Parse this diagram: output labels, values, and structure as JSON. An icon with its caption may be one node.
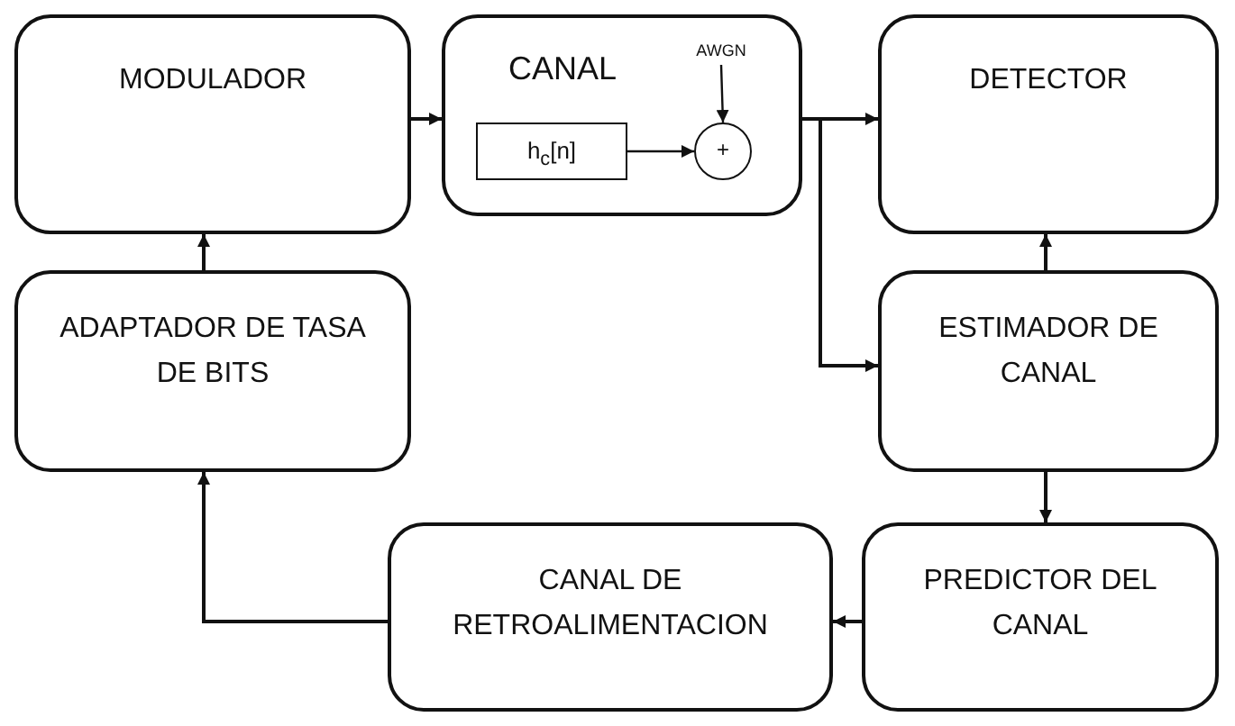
{
  "diagram": {
    "nodes": [
      {
        "text": [
          "MODULADOR"
        ]
      },
      {
        "text": [
          "CANAL"
        ]
      },
      {
        "text": [
          "h$_{c}$[n]"
        ],
        "in": 1
      },
      {
        "text": [
          "+"
        ],
        "in": 1
      },
      {
        "text": [
          "AWGN"
        ],
        "in": 1
      },
      {
        "text": [
          "DETECTOR"
        ]
      },
      {
        "text": [
          "ESTIMADOR DE CANAL"
        ]
      },
      {
        "text": [
          "ADAPTADOR DE TASA DE BITS"
        ]
      },
      {
        "text": [
          "CANAL DE RETROALIMENTACION"
        ]
      },
      {
        "text": [
          "PREDICTOR DEL CANAL"
        ]
      }
    ],
    "edges": [
      {
        "from": 0,
        "to": 1,
        "arrow": "to"
      },
      {
        "from": 1,
        "to": 5,
        "arrow": "to"
      },
      {
        "from": 1,
        "to": 6,
        "arrow": "to"
      },
      {
        "from": 2,
        "to": 3,
        "arrow": "to"
      },
      {
        "from": 4,
        "to": 3,
        "arrow": "to"
      },
      {
        "from": 6,
        "to": 5,
        "arrow": "to"
      },
      {
        "from": 6,
        "to": 9,
        "arrow": "to"
      },
      {
        "from": 9,
        "to": 8,
        "arrow": "to"
      },
      {
        "from": 8,
        "to": 7,
        "arrow": "to"
      },
      {
        "from": 7,
        "to": 0,
        "arrow": "to"
      }
    ]
  }
}
